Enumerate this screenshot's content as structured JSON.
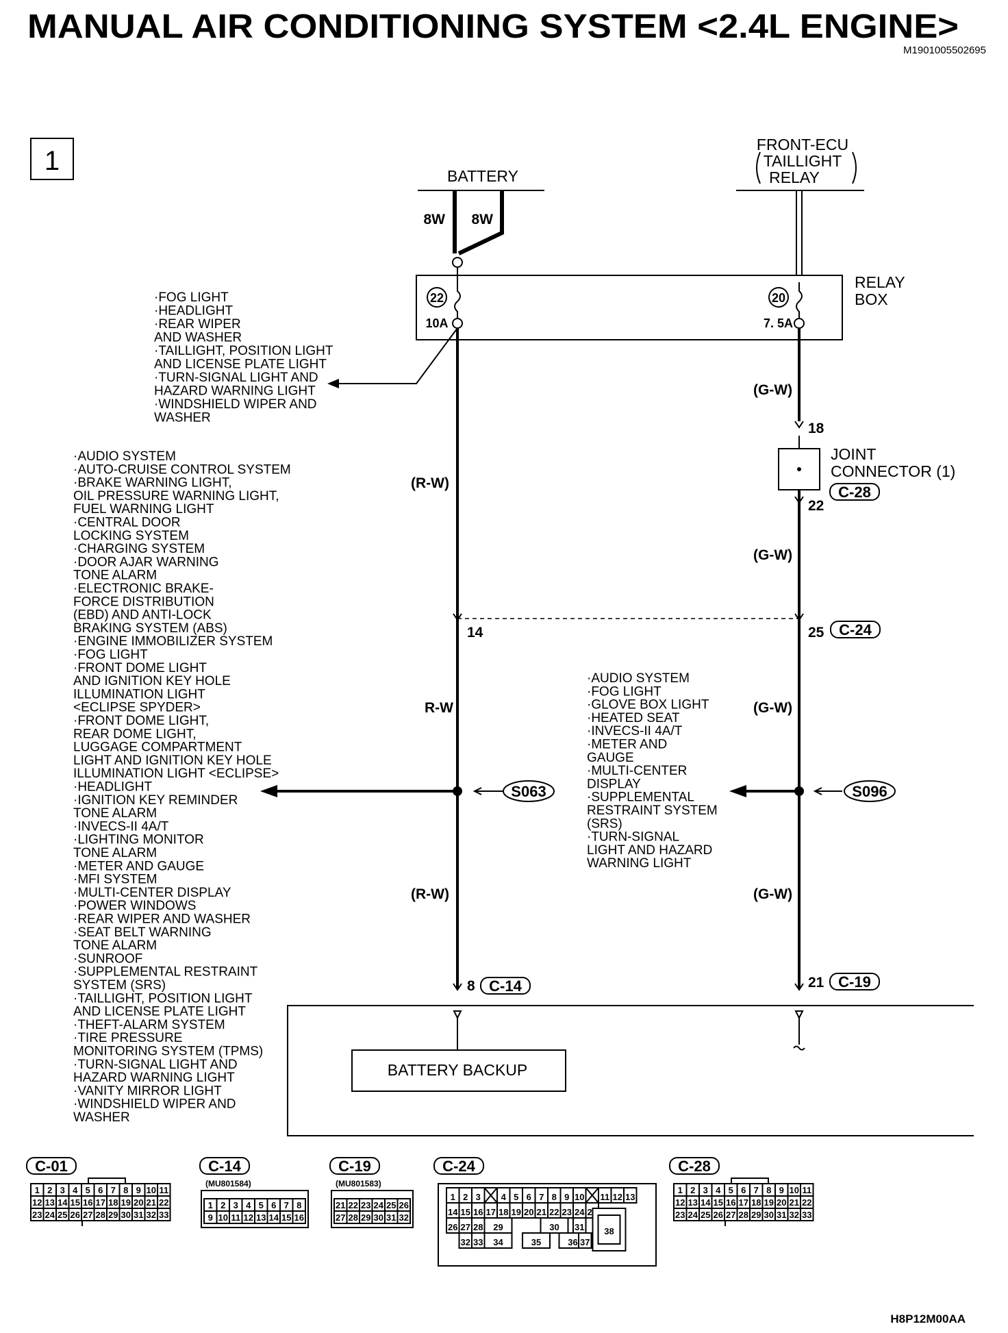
{
  "title": "MANUAL AIR CONDITIONING SYSTEM <2.4L ENGINE>",
  "doc_id": "M1901005502695",
  "figure_code": "H8P12M00AA",
  "page_marker": "1",
  "power_sources": {
    "battery": "BATTERY",
    "front_ecu": [
      "FRONT-ECU",
      "TAILLIGHT",
      "RELAY"
    ]
  },
  "battery_wires": [
    "8W",
    "8W"
  ],
  "relay_box": {
    "label": [
      "RELAY",
      "BOX"
    ],
    "fuse_left_number": "22",
    "fuse_left_rating": "10A",
    "fuse_right_number": "20",
    "fuse_right_rating": "7. 5A"
  },
  "fuse22_branch_list": [
    "·FOG LIGHT",
    "·HEADLIGHT",
    "·REAR WIPER",
    " AND WASHER",
    "·TAILLIGHT, POSITION LIGHT",
    " AND LICENSE PLATE LIGHT",
    "·TURN-SIGNAL LIGHT AND",
    " HAZARD WARNING LIGHT",
    "·WINDSHIELD WIPER AND",
    " WASHER"
  ],
  "joint_connector": {
    "label": [
      "JOINT",
      "CONNECTOR (1)"
    ],
    "connector": "C-28",
    "pin_in": "18",
    "pin_out": "22"
  },
  "wire_colors": {
    "left_1": "(R-W)",
    "left_2": "R-W",
    "left_3": "(R-W)",
    "right_1": "(G-W)",
    "right_2": "(G-W)",
    "right_3": "(G-W)",
    "right_4": "(G-W)"
  },
  "junction_pins": {
    "left": "14",
    "right": "25",
    "right_connector": "C-24"
  },
  "splices": {
    "left": "S063",
    "right": "S096"
  },
  "s063_branch_list": [
    "·AUDIO SYSTEM",
    "·AUTO-CRUISE CONTROL SYSTEM",
    "·BRAKE WARNING LIGHT,",
    " OIL PRESSURE WARNING LIGHT,",
    " FUEL WARNING LIGHT",
    "·CENTRAL DOOR",
    " LOCKING SYSTEM",
    "·CHARGING SYSTEM",
    "·DOOR AJAR WARNING",
    " TONE ALARM",
    "·ELECTRONIC BRAKE-",
    " FORCE DISTRIBUTION",
    " (EBD) AND ANTI-LOCK",
    " BRAKING SYSTEM (ABS)",
    "·ENGINE IMMOBILIZER SYSTEM",
    "·FOG LIGHT",
    "·FRONT DOME LIGHT",
    " AND IGNITION KEY HOLE",
    " ILLUMINATION LIGHT",
    " <ECLIPSE SPYDER>",
    "·FRONT DOME LIGHT,",
    " REAR DOME LIGHT,",
    " LUGGAGE COMPARTMENT",
    " LIGHT AND IGNITION KEY HOLE",
    " ILLUMINATION LIGHT <ECLIPSE>",
    "·HEADLIGHT",
    "·IGNITION KEY REMINDER",
    " TONE ALARM",
    "·INVECS-II 4A/T",
    "·LIGHTING MONITOR",
    " TONE ALARM",
    "·METER AND GAUGE",
    "·MFI SYSTEM",
    "·MULTI-CENTER DISPLAY",
    "·POWER WINDOWS",
    "·REAR WIPER AND WASHER",
    "·SEAT BELT WARNING",
    " TONE ALARM",
    "·SUNROOF",
    "·SUPPLEMENTAL RESTRAINT",
    " SYSTEM (SRS)",
    "·TAILLIGHT, POSITION LIGHT",
    " AND LICENSE PLATE LIGHT",
    "·THEFT-ALARM SYSTEM",
    "·TIRE PRESSURE",
    " MONITORING SYSTEM (TPMS)",
    "·TURN-SIGNAL LIGHT AND",
    " HAZARD WARNING LIGHT",
    "·VANITY MIRROR LIGHT",
    "·WINDSHIELD WIPER AND",
    " WASHER"
  ],
  "s096_branch_list": [
    "·AUDIO SYSTEM",
    "·FOG LIGHT",
    "·GLOVE BOX LIGHT",
    "·HEATED SEAT",
    "·INVECS-II 4A/T",
    "·METER AND",
    " GAUGE",
    "·MULTI-CENTER",
    " DISPLAY",
    "·SUPPLEMENTAL",
    " RESTRAINT SYSTEM",
    " (SRS)",
    "·TURN-SIGNAL",
    " LIGHT AND HAZARD",
    " WARNING LIGHT"
  ],
  "bottom_pins": {
    "left_pin": "8",
    "left_connector": "C-14",
    "right_pin": "21",
    "right_connector": "C-19"
  },
  "battery_backup": "BATTERY BACKUP",
  "connectors": {
    "c01": {
      "label": "C-01",
      "rows": [
        [
          "1",
          "2",
          "3",
          "4",
          "5",
          "6",
          "7",
          "8",
          "9",
          "10",
          "11"
        ],
        [
          "12",
          "13",
          "14",
          "15",
          "16",
          "17",
          "18",
          "19",
          "20",
          "21",
          "22"
        ],
        [
          "23",
          "24",
          "25",
          "26",
          "27",
          "28",
          "29",
          "30",
          "31",
          "32",
          "33"
        ]
      ]
    },
    "c14": {
      "label": "C-14",
      "part": "(MU801584)",
      "rows": [
        [
          "1",
          "2",
          "3",
          "4",
          "5",
          "6",
          "7",
          "8"
        ],
        [
          "9",
          "10",
          "11",
          "12",
          "13",
          "14",
          "15",
          "16"
        ]
      ]
    },
    "c19": {
      "label": "C-19",
      "part": "(MU801583)",
      "rows": [
        [
          "21",
          "22",
          "23",
          "24",
          "25",
          "26"
        ],
        [
          "27",
          "28",
          "29",
          "30",
          "31",
          "32"
        ]
      ]
    },
    "c24": {
      "label": "C-24",
      "row1": [
        "1",
        "2",
        "3",
        "",
        "4",
        "5",
        "6",
        "7",
        "8",
        "9",
        "10",
        "",
        "11",
        "12",
        "13"
      ],
      "row2": [
        "14",
        "15",
        "16",
        "17",
        "18",
        "19",
        "20",
        "21",
        "22",
        "23",
        "24",
        "25"
      ],
      "row3": [
        "26",
        "27",
        "28",
        "29",
        "30",
        "31"
      ],
      "row4": [
        "32",
        "33",
        "34",
        "35",
        "36",
        "37"
      ],
      "big": "38"
    },
    "c28": {
      "label": "C-28",
      "rows": [
        [
          "1",
          "2",
          "3",
          "4",
          "5",
          "6",
          "7",
          "8",
          "9",
          "10",
          "11"
        ],
        [
          "12",
          "13",
          "14",
          "15",
          "16",
          "17",
          "18",
          "19",
          "20",
          "21",
          "22"
        ],
        [
          "23",
          "24",
          "25",
          "26",
          "27",
          "28",
          "29",
          "30",
          "31",
          "32",
          "33"
        ]
      ]
    }
  }
}
